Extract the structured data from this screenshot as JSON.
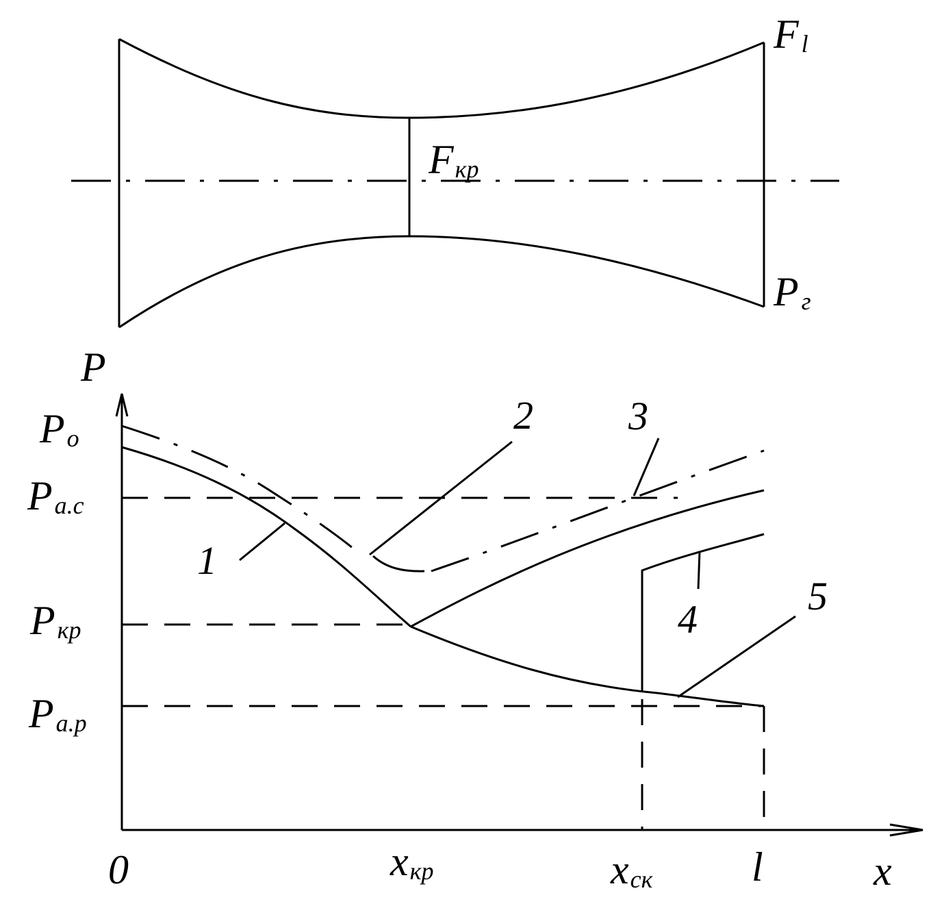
{
  "nozzle": {
    "exit_area_label": "F",
    "exit_area_sub": "l",
    "throat_area_label": "F",
    "throat_area_sub": "кр",
    "exit_pressure_label": "P",
    "exit_pressure_sub": "г"
  },
  "graph": {
    "y_axis_label": "P",
    "x_axis_label": "x",
    "levels": [
      {
        "main": "P",
        "sub": "o"
      },
      {
        "main": "P",
        "sub": "a.c"
      },
      {
        "main": "P",
        "sub": "кр"
      },
      {
        "main": "P",
        "sub": "a.p"
      }
    ],
    "x_ticks": [
      {
        "main": "0",
        "sub": ""
      },
      {
        "main": "x",
        "sub": "кр"
      },
      {
        "main": "x",
        "sub": "ск"
      },
      {
        "main": "l",
        "sub": ""
      }
    ],
    "curve_numbers": [
      "1",
      "2",
      "3",
      "4",
      "5"
    ]
  }
}
